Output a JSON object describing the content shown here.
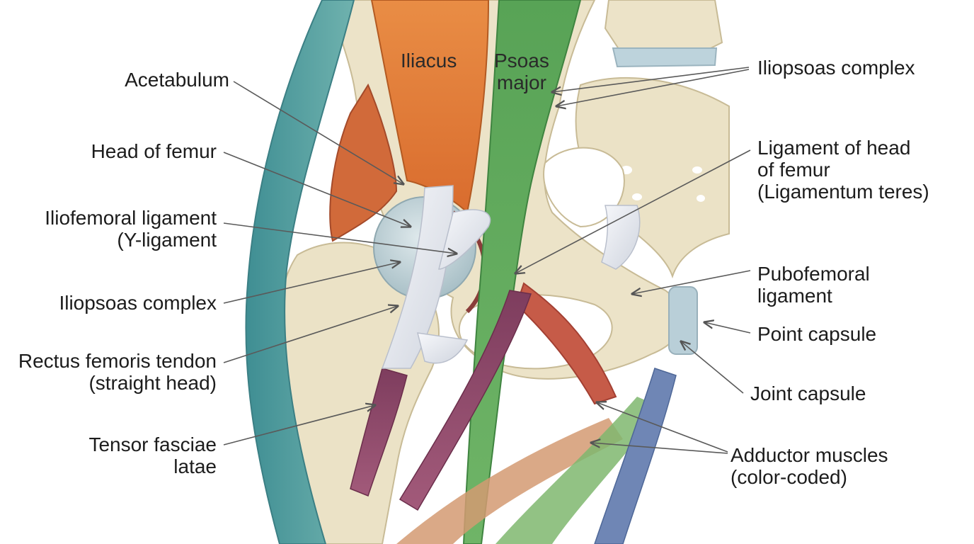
{
  "labels": {
    "iliacus": "Iliacus",
    "psoas": [
      "Psoas",
      "major"
    ],
    "acetabulum": "Acetabulum",
    "head_of_femur": "Head of femur",
    "iliofemoral": [
      "Iliofemoral ligament",
      "(Y-ligament"
    ],
    "iliopsoas_left": "Iliopsoas complex",
    "rectus": [
      "Rectus femoris tendon",
      "(straight head)"
    ],
    "tensor": [
      "Tensor fasciae",
      "latae"
    ],
    "iliopsoas_right": "Iliopsoas complex",
    "ligament_head": [
      "Ligament of head",
      "of femur",
      "(Ligamentum teres)"
    ],
    "pubofemoral": [
      "Pubofemoral",
      "ligament"
    ],
    "point_capsule": "Point capsule",
    "joint_capsule": "Joint capsule",
    "adductor": [
      "Adductor muscles",
      "(color-coded)"
    ]
  },
  "colors": {
    "bone": "#ece3c8",
    "bone_outline": "#c8bb96",
    "cartilage": "#bcd0d6",
    "iliacus": "#e8883f",
    "psoas": "#5ea85a",
    "teal_muscle": "#4f9c9e",
    "red_muscle": "#c8583e",
    "purple_tendon": "#8e4a6a",
    "ligament": "#e6e8ee",
    "blue_adductor": "#6f86b5",
    "leader_line": "#5a5a5a"
  }
}
